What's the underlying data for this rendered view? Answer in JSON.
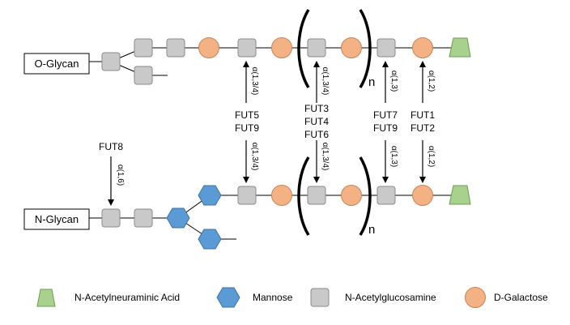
{
  "o_glycan": {
    "label": "O-Glycan",
    "repeat_index": "n",
    "linkages": [
      {
        "bond": "α(1,3/4)",
        "enzymes": [
          "FUT5",
          "FUT9"
        ]
      },
      {
        "bond": "α(1,3/4)",
        "enzymes": [
          "FUT3",
          "FUT4",
          "FUT6"
        ]
      },
      {
        "bond": "α(1,3)",
        "enzymes": [
          "FUT7",
          "FUT9"
        ]
      },
      {
        "bond": "α(1,2)",
        "enzymes": [
          "FUT1",
          "FUT2"
        ]
      }
    ]
  },
  "n_glycan": {
    "label": "N-Glycan",
    "repeat_index": "n",
    "core_enzyme": "FUT8",
    "core_bond": "α(1,6)",
    "linkages": [
      {
        "bond": "α(1,3/4)"
      },
      {
        "bond": "α(1,3/4)"
      },
      {
        "bond": "α(1,3)"
      },
      {
        "bond": "α(1,2)"
      }
    ]
  },
  "legend": [
    {
      "shape": "trapezoid",
      "label": "N-Acetylneuraminic Acid",
      "color": "#a9d18e"
    },
    {
      "shape": "hexagon",
      "label": "Mannose",
      "color": "#5b9bd5"
    },
    {
      "shape": "square",
      "label": "N-Acetylglucosamine",
      "color": "#c9c9c9"
    },
    {
      "shape": "circle",
      "label": "D-Galactose",
      "color": "#f4b183"
    }
  ],
  "colors": {
    "neuraminic": "#a9d18e",
    "neuraminic_stroke": "#6e9b50",
    "mannose": "#5b9bd5",
    "mannose_stroke": "#41719c",
    "glcnac": "#c9c9c9",
    "glcnac_stroke": "#8a8a8a",
    "galactose": "#f4b183",
    "galactose_stroke": "#c5865a"
  }
}
